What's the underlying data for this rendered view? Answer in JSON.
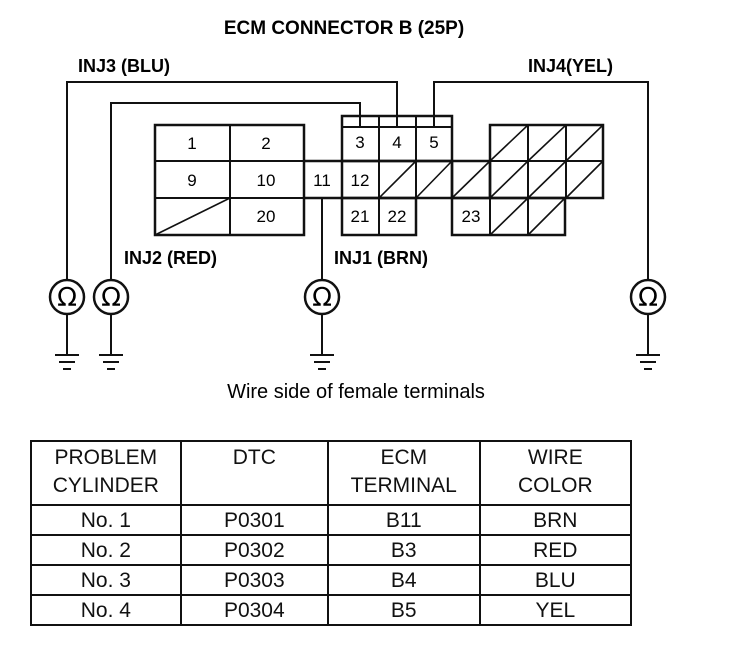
{
  "diagram": {
    "title": "ECM CONNECTOR B (25P)",
    "caption": "Wire side of female terminals",
    "labels": {
      "inj1": "INJ1 (BRN)",
      "inj2": "INJ2 (RED)",
      "inj3": "INJ3 (BLU)",
      "inj4": "INJ4(YEL)"
    },
    "ohm_symbol": "Ω",
    "pins": {
      "p1": "1",
      "p2": "2",
      "p3": "3",
      "p4": "4",
      "p5": "5",
      "p9": "9",
      "p10": "10",
      "p11": "11",
      "p12": "12",
      "p20": "20",
      "p21": "21",
      "p22": "22",
      "p23": "23"
    }
  },
  "table": {
    "headers": {
      "c1a": "PROBLEM",
      "c1b": "CYLINDER",
      "c2": "DTC",
      "c3a": "ECM",
      "c3b": "TERMINAL",
      "c4a": "WIRE",
      "c4b": "COLOR"
    },
    "rows": [
      {
        "cylinder": "No. 1",
        "dtc": "P0301",
        "terminal": "B11",
        "color": "BRN"
      },
      {
        "cylinder": "No. 2",
        "dtc": "P0302",
        "terminal": "B3",
        "color": "RED"
      },
      {
        "cylinder": "No. 3",
        "dtc": "P0303",
        "terminal": "B4",
        "color": "BLU"
      },
      {
        "cylinder": "No. 4",
        "dtc": "P0304",
        "terminal": "B5",
        "color": "YEL"
      }
    ]
  }
}
